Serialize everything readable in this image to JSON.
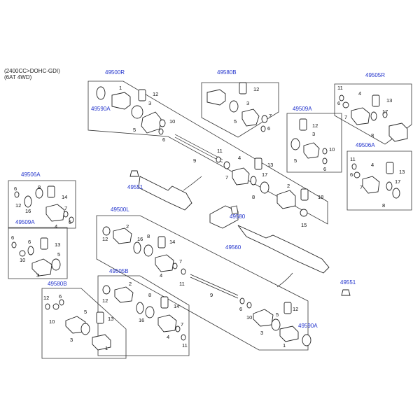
{
  "header": {
    "line1": "(2400CC>DOHC-GDI)",
    "line2": "(6AT 4WD)"
  },
  "assemblies": {
    "a49500R": "49500R",
    "a49580B_top": "49580B",
    "a49505R": "49505R",
    "a49590A_top": "49590A",
    "a49509A_right": "49509A",
    "a49506A_right": "49506A",
    "a49506A_left": "49506A",
    "a49509A_left": "49509A",
    "a49580B_left": "49580B",
    "a49500L": "49500L",
    "a49505B": "49505B",
    "a49551_top": "49551",
    "a49580": "49580",
    "a49560": "49560",
    "a49551_right": "49551",
    "a49590A_bottom": "49590A"
  },
  "parts": {
    "p1": "1",
    "p2": "2",
    "p3": "3",
    "p4": "4",
    "p5": "5",
    "p6": "6",
    "p7": "7",
    "p8": "8",
    "p9": "9",
    "p10": "10",
    "p11": "11",
    "p12": "12",
    "p13": "13",
    "p14": "14",
    "p15": "15",
    "p16": "16",
    "p17": "17",
    "p18": "18"
  }
}
